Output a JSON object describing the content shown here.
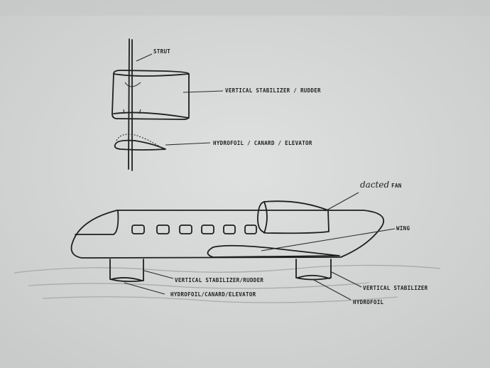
{
  "sketch": {
    "top_view": {
      "strut_label": "STRUT",
      "rudder_label": "VERTICAL STABILIZER / RUDDER",
      "hydrofoil_label": "HYDROFOIL / CANARD / ELEVATOR"
    },
    "side_view": {
      "fan_label_script": "dacted",
      "fan_label_caps": "FAN",
      "wing_label": "WING",
      "front_rudder_label": "VERTICAL STABILIZER/RUDDER",
      "front_hydrofoil_label": "HYDROFOIL/CANARD/ELEVATOR",
      "rear_stabilizer_label": "VERTICAL STABILIZER",
      "rear_hydrofoil_label": "HYDROFOIL"
    },
    "colors": {
      "paper": "#d6d8d8",
      "ink": "#1e1e1e"
    }
  }
}
